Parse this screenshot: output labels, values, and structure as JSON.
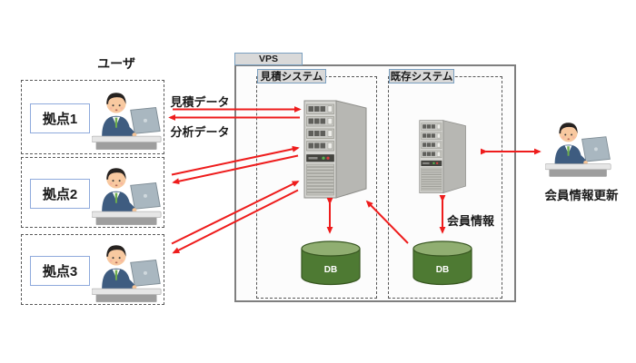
{
  "user_group": {
    "label": "ユーザ",
    "sites": [
      {
        "label": "拠点1"
      },
      {
        "label": "拠点2"
      },
      {
        "label": "拠点3"
      }
    ]
  },
  "vps": {
    "label": "VPS",
    "systems": [
      {
        "label": "見積システム",
        "db_label": "DB"
      },
      {
        "label": "既存システム",
        "db_label": "DB"
      }
    ]
  },
  "flows": {
    "estimate_data": "見積データ",
    "analysis_data": "分析データ",
    "member_info": "会員情報"
  },
  "external_user": {
    "label": "会員情報更新"
  },
  "colors": {
    "arrow": "#ee1c1c",
    "db_body": "#4e7a33",
    "db_top": "#90ae71",
    "tab_fill": "#d9d9d9",
    "tab_border": "#7ba0c0"
  }
}
